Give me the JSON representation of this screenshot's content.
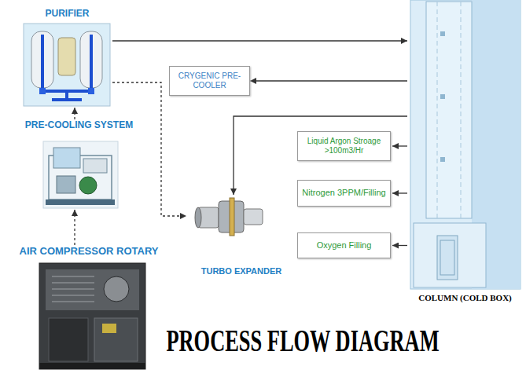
{
  "diagram": {
    "title": "PROCESS FLOW DIAGRAM",
    "nodes": [
      {
        "text": [
          "PURIFIER"
        ]
      },
      {
        "text": [
          "PRE-COOLING SYSTEM"
        ]
      },
      {
        "text": [
          "AIR COMPRESSOR ROTARY"
        ]
      },
      {
        "text": [
          "CRYGENIC PRE-COOLER"
        ]
      },
      {
        "text": [
          "TURBO EXPANDER"
        ]
      },
      {
        "text": [
          "Liquid Argon Stroage >100m3/Hr"
        ]
      },
      {
        "text": [
          "Nitrogen 3PPM/Filling"
        ]
      },
      {
        "text": [
          "Oxygen Filling"
        ]
      },
      {
        "text": [
          "COLUMN (COLD BOX)"
        ]
      }
    ],
    "edges": [
      {
        "from": 2,
        "to": 1,
        "arrow": "to"
      },
      {
        "from": 1,
        "to": 0,
        "arrow": "to"
      },
      {
        "from": 0,
        "to": 8,
        "arrow": "to"
      },
      {
        "from": 0,
        "to": 4,
        "arrow": "to"
      },
      {
        "from": 8,
        "to": 3,
        "arrow": "to"
      },
      {
        "from": 8,
        "to": 4,
        "arrow": "to"
      },
      {
        "from": 8,
        "to": 5,
        "arrow": "to"
      },
      {
        "from": 8,
        "to": 6,
        "arrow": "to"
      },
      {
        "from": 8,
        "to": 7,
        "arrow": "to"
      }
    ]
  }
}
